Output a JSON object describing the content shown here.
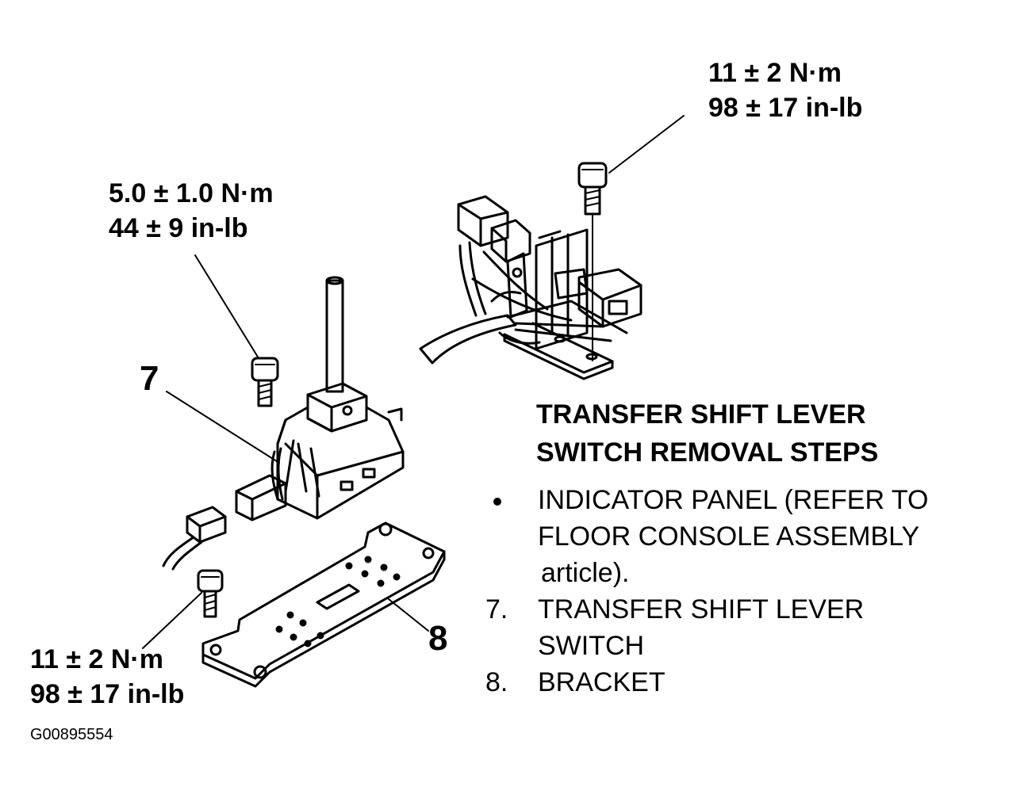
{
  "torque_labels": {
    "top_right": {
      "line1": "11 ± 2 N·m",
      "line2": "98 ± 17 in-lb"
    },
    "upper_left": {
      "line1": "5.0 ± 1.0 N·m",
      "line2": "44 ± 9 in-lb"
    },
    "lower_left": {
      "line1": "11 ± 2 N·m",
      "line2": "98 ± 17 in-lb"
    }
  },
  "callouts": {
    "switch": "7",
    "bracket": "8"
  },
  "procedure": {
    "title_line1": "TRANSFER SHIFT LEVER",
    "title_line2": "SWITCH REMOVAL STEPS",
    "steps": [
      {
        "marker": "•",
        "lines": [
          "INDICATOR PANEL (REFER TO",
          "FLOOR  CONSOLE ASSEMBLY",
          "article)."
        ]
      },
      {
        "marker": "7.",
        "lines": [
          "TRANSFER SHIFT LEVER",
          "SWITCH"
        ]
      },
      {
        "marker": "8.",
        "lines": [
          "BRACKET"
        ]
      }
    ]
  },
  "figure_id": "G00895554"
}
